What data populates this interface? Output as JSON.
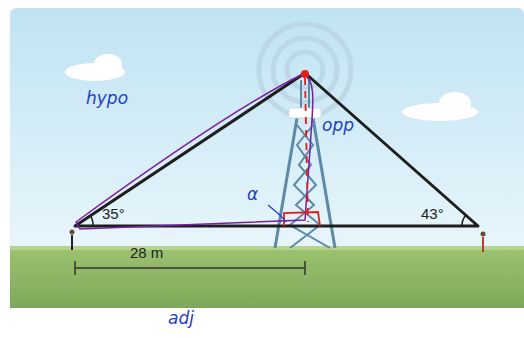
{
  "diagram": {
    "labels": [
      "hypo",
      "opp",
      "α",
      "35°",
      "43°",
      "28 m",
      "adj"
    ]
  }
}
